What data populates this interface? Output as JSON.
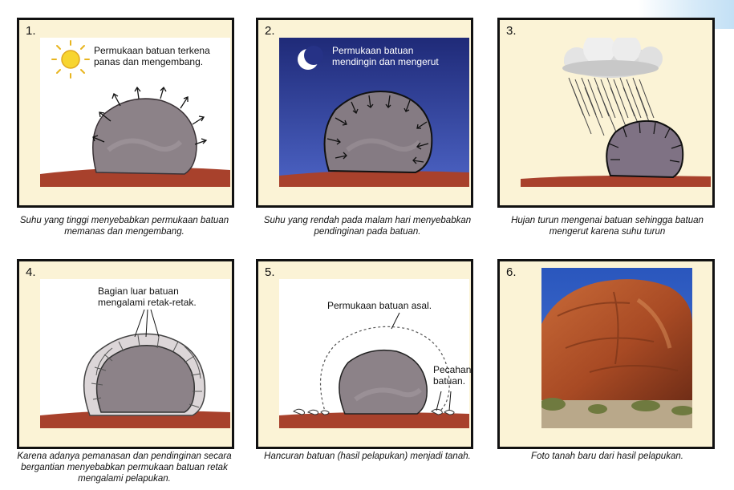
{
  "panels": [
    {
      "number": "1.",
      "label": "Permukaan batuan terkena panas dan mengembang.",
      "caption": "Suhu yang tinggi menyebabkan permukaan batuan memanas dan mengembang."
    },
    {
      "number": "2.",
      "label": "Permukaan batuan mendingin dan mengerut",
      "caption": "Suhu yang rendah pada malam hari menyebabkan pendinginan pada batuan."
    },
    {
      "number": "3.",
      "label": "",
      "caption": "Hujan turun mengenai batuan sehingga batuan mengerut karena suhu turun"
    },
    {
      "number": "4.",
      "label": "Bagian luar batuan mengalami retak-retak.",
      "caption": "Karena adanya pemanasan dan pendinginan secara bergantian menyebabkan permukaan batuan retak mengalami pelapukan."
    },
    {
      "number": "5.",
      "label": "Permukaan batuan asal.",
      "label_2": "Pecahan batuan.",
      "caption": "Hancuran batuan (hasil pelapukan) menjadi tanah."
    },
    {
      "number": "6.",
      "label": "",
      "caption": "Foto tanah baru dari hasil pelapukan."
    }
  ],
  "colors": {
    "panel_bg": "#fbf3d6",
    "ground": "#a8412c",
    "rock": "#8c8288",
    "night_sky": "#2e3a8c",
    "photo_rock": "#b8552c",
    "photo_sky": "#2f5fc4"
  }
}
